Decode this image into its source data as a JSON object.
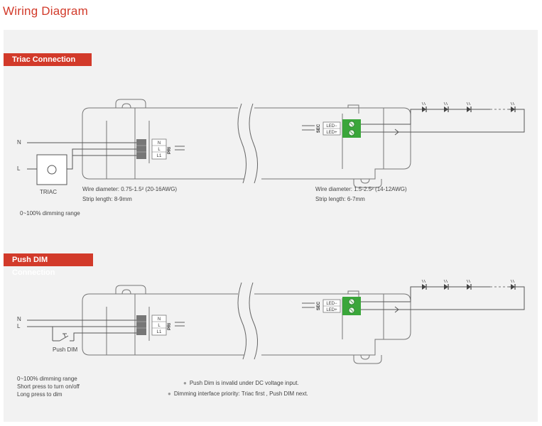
{
  "title": "Wiring Diagram",
  "triac": {
    "header": "Triac Connection",
    "label_n": "N",
    "label_l": "L",
    "dimmer_label": "TRIAC",
    "pri_terminals": [
      "N",
      "L",
      "L1"
    ],
    "pri_label": "PRI",
    "sec_label": "SEC",
    "sec_terminals": [
      "LED−",
      "LED+"
    ],
    "wire_pri_diameter": "Wire diameter: 0.75-1.5² (20-16AWG)",
    "wire_pri_strip": "Strip length: 8-9mm",
    "wire_sec_diameter": "Wire diameter: 1.5-2.5² (14-12AWG)",
    "wire_sec_strip": "Strip length: 6-7mm",
    "dimming_range": "0~100% dimming range"
  },
  "pushdim": {
    "header": "Push DIM Connection",
    "label_n": "N",
    "label_l": "L",
    "switch_label": "Push DIM",
    "pri_terminals": [
      "N",
      "L",
      "L1"
    ],
    "pri_label": "PRI",
    "sec_label": "SEC",
    "sec_terminals": [
      "LED−",
      "LED+"
    ],
    "note_range": "0~100% dimming range",
    "note_short": "Short press to turn on/off",
    "note_long": "Long press to dim",
    "notes": [
      "Push Dim is invalid under DC voltage input.",
      "Dimming interface priority: Triac first , Push DIM next."
    ]
  },
  "colors": {
    "accent": "#d23a2a",
    "terminal_green": "#3aa63a",
    "line": "#555555"
  }
}
